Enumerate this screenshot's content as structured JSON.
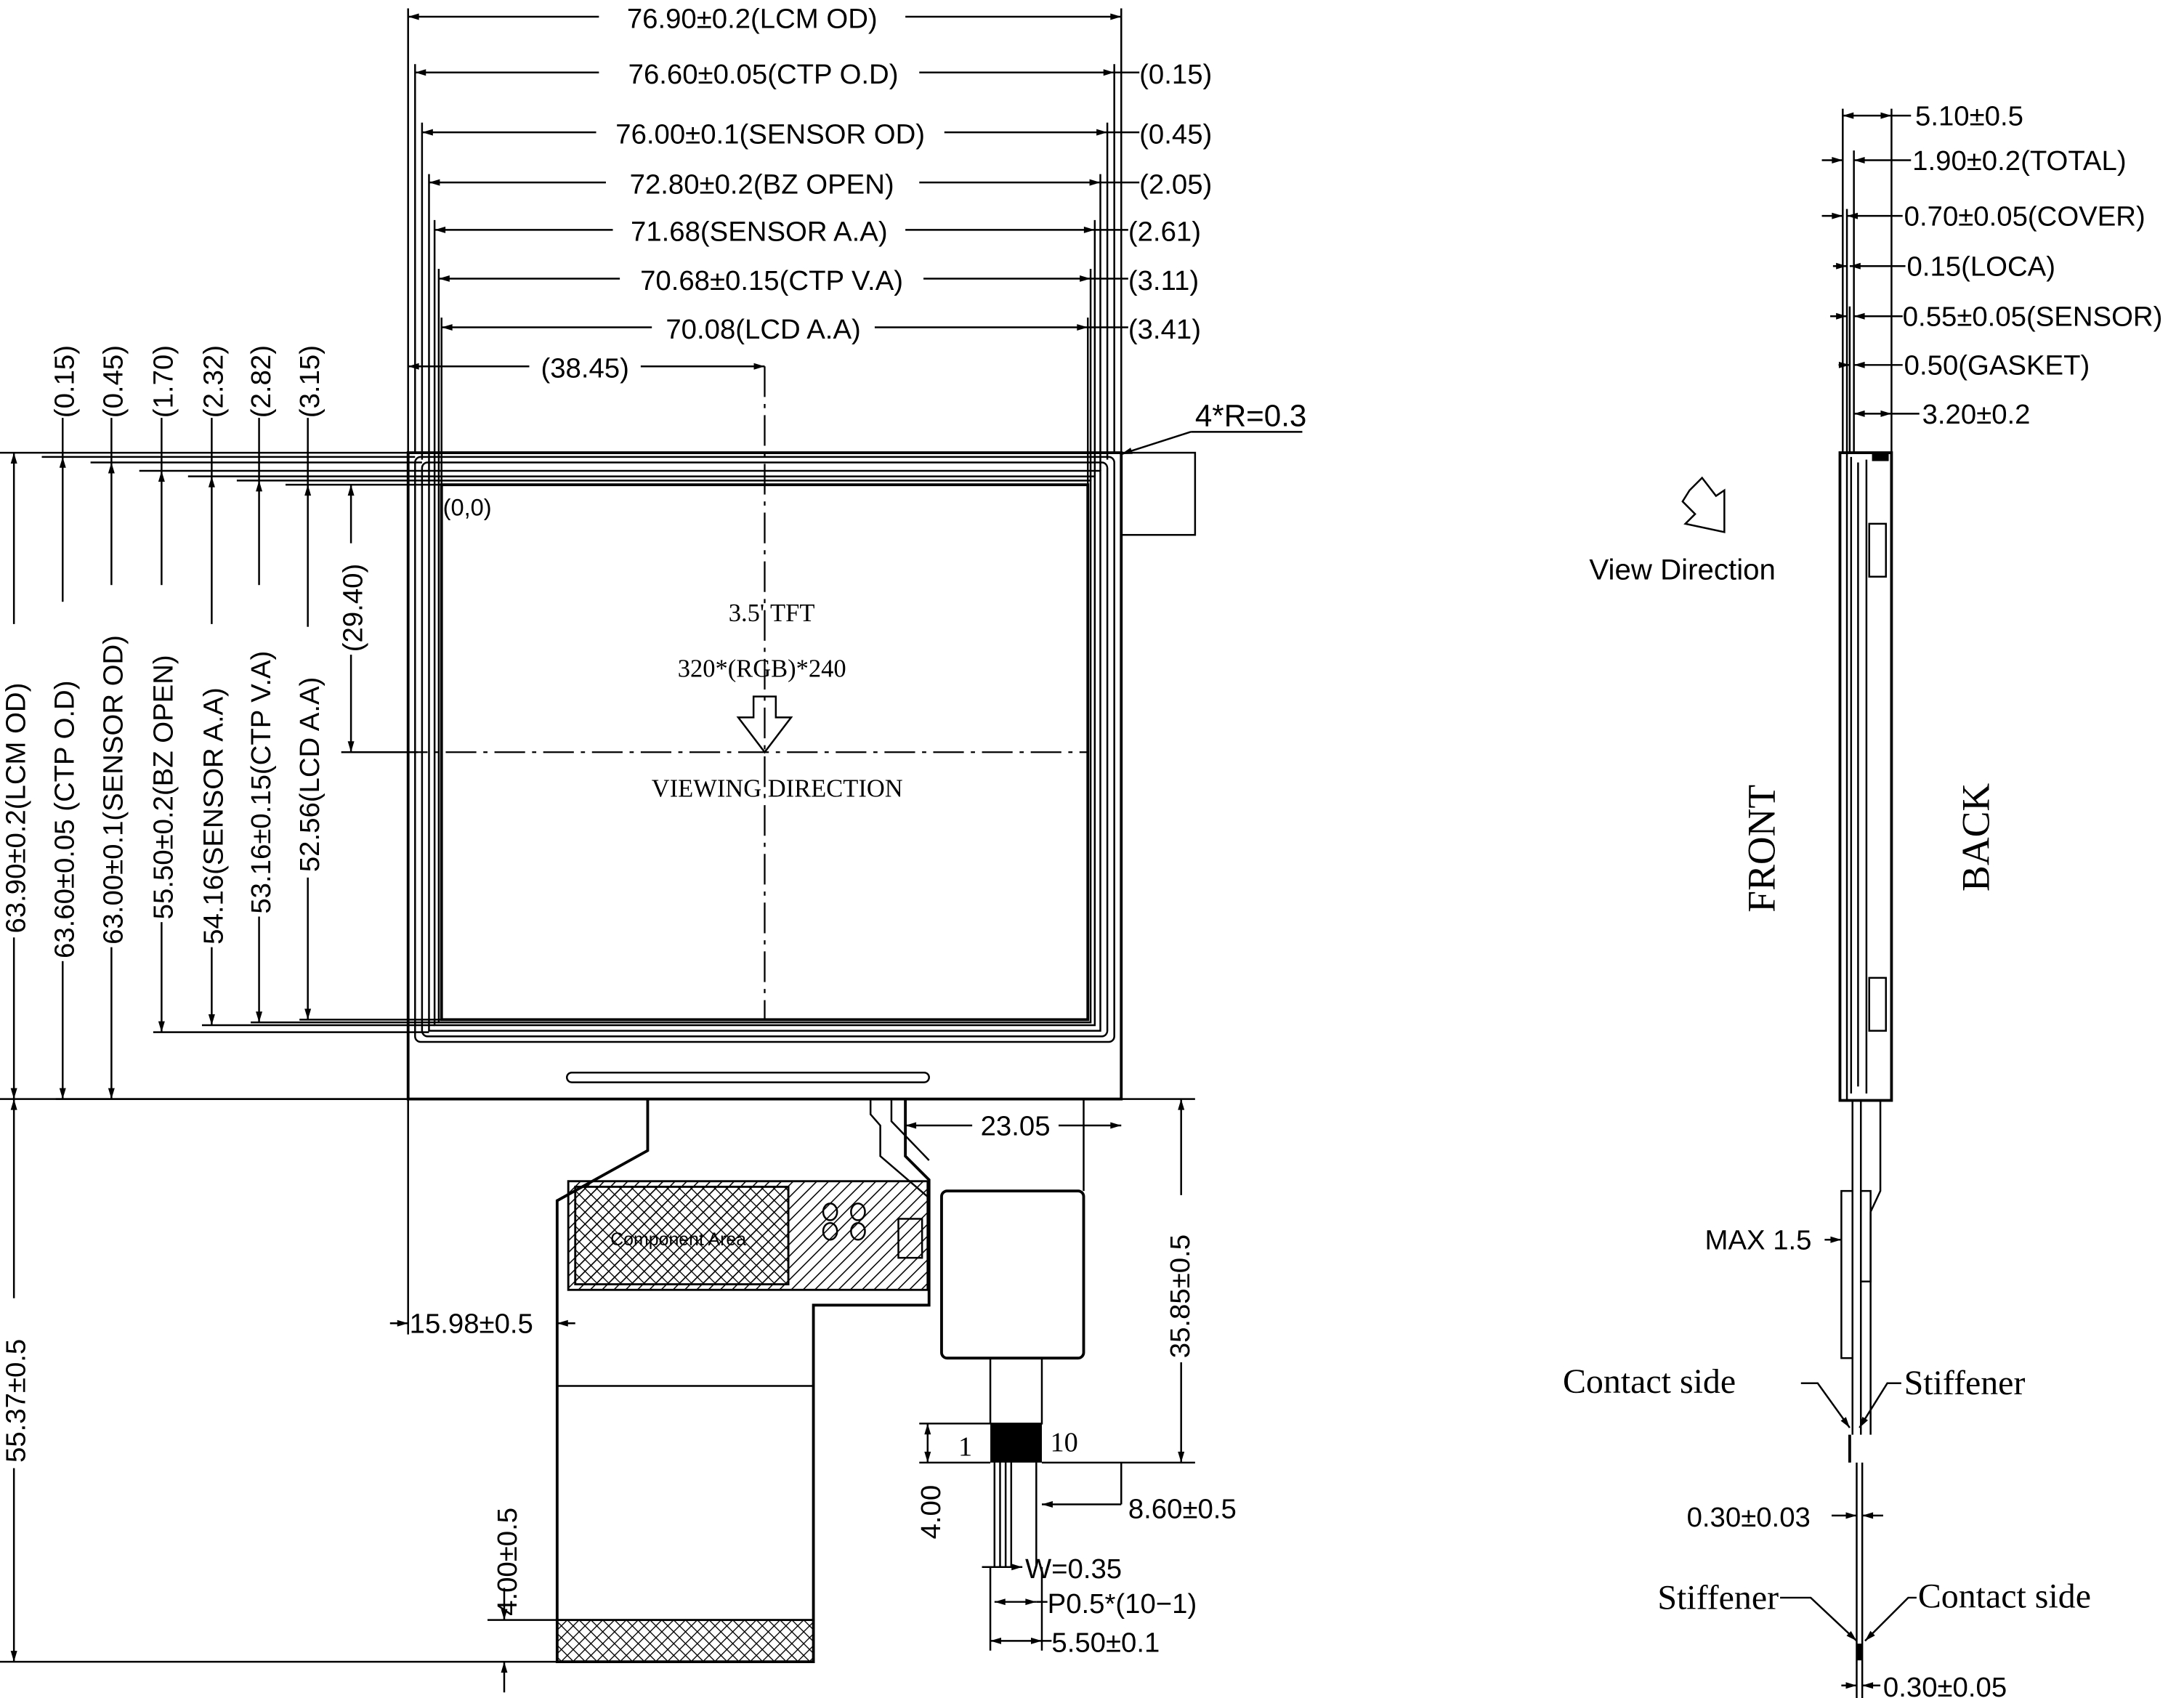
{
  "top_dims": {
    "lcm_od": "76.90±0.2(LCM OD)",
    "ctp_od": "76.60±0.05(CTP O.D)",
    "ctp_od_offset": "(0.15)",
    "sensor_od": "76.00±0.1(SENSOR OD)",
    "sensor_od_offset": "(0.45)",
    "bz_open": "72.80±0.2(BZ OPEN)",
    "bz_open_offset": "(2.05)",
    "sensor_aa": "71.68(SENSOR A.A)",
    "sensor_aa_offset": "(2.61)",
    "ctp_va": "70.68±0.15(CTP V.A)",
    "ctp_va_offset": "(3.11)",
    "lcd_aa": "70.08(LCD A.A)",
    "lcd_aa_offset": "(3.41)",
    "center_x": "(38.45)",
    "corner_radius": "4*R=0.3"
  },
  "left_dims": {
    "offsets": [
      "(0.15)",
      "(0.45)",
      "(1.70)",
      "(2.32)",
      "(2.82)",
      "(3.15)"
    ],
    "lcm_od": "63.90±0.2(LCM OD)",
    "ctp_od": "63.60±0.05 (CTP O.D)",
    "sensor_od": "63.00±0.1(SENSOR OD)",
    "bz_open": "55.50±0.2(BZ OPEN)",
    "sensor_aa": "54.16(SENSOR A.A)",
    "ctp_va": "53.16±0.15(CTP V.A)",
    "lcd_aa": "52.56(LCD A.A)",
    "center_y": "(29.40)"
  },
  "panel": {
    "origin": "(0,0)",
    "size": "3.5' TFT",
    "resolution": "320*(RGB)*240",
    "viewing": "VIEWING DIRECTION"
  },
  "fpc": {
    "dim_23": "23.05",
    "dim_35": "35.85±0.5",
    "dim_15": "15.98±0.5",
    "component_area": "Component Area",
    "dim_55": "55.37±0.5",
    "dim_4_stiff": "4.00±0.5",
    "pin_first": "1",
    "pin_last": "10",
    "dim_4": "4.00",
    "dim_8": "8.60±0.5",
    "width": "W=0.35",
    "pitch": "P0.5*(10−1)",
    "dim_5": "5.50±0.1"
  },
  "side_view": {
    "dim_5_10": "5.10±0.5",
    "total": "1.90±0.2(TOTAL)",
    "cover": "0.70±0.05(COVER)",
    "loca": "0.15(LOCA)",
    "sensor": "0.55±0.05(SENSOR)",
    "gasket": "0.50(GASKET)",
    "dim_3_20": "3.20±0.2",
    "view_direction": "View Direction",
    "front": "FRONT",
    "back": "BACK",
    "max": "MAX 1.5",
    "contact_side_1": "Contact side",
    "stiffener_1": "Stiffener",
    "thick_1": "0.30±0.03",
    "stiffener_2": "Stiffener",
    "contact_side_2": "Contact side",
    "thick_2": "0.30±0.05"
  }
}
